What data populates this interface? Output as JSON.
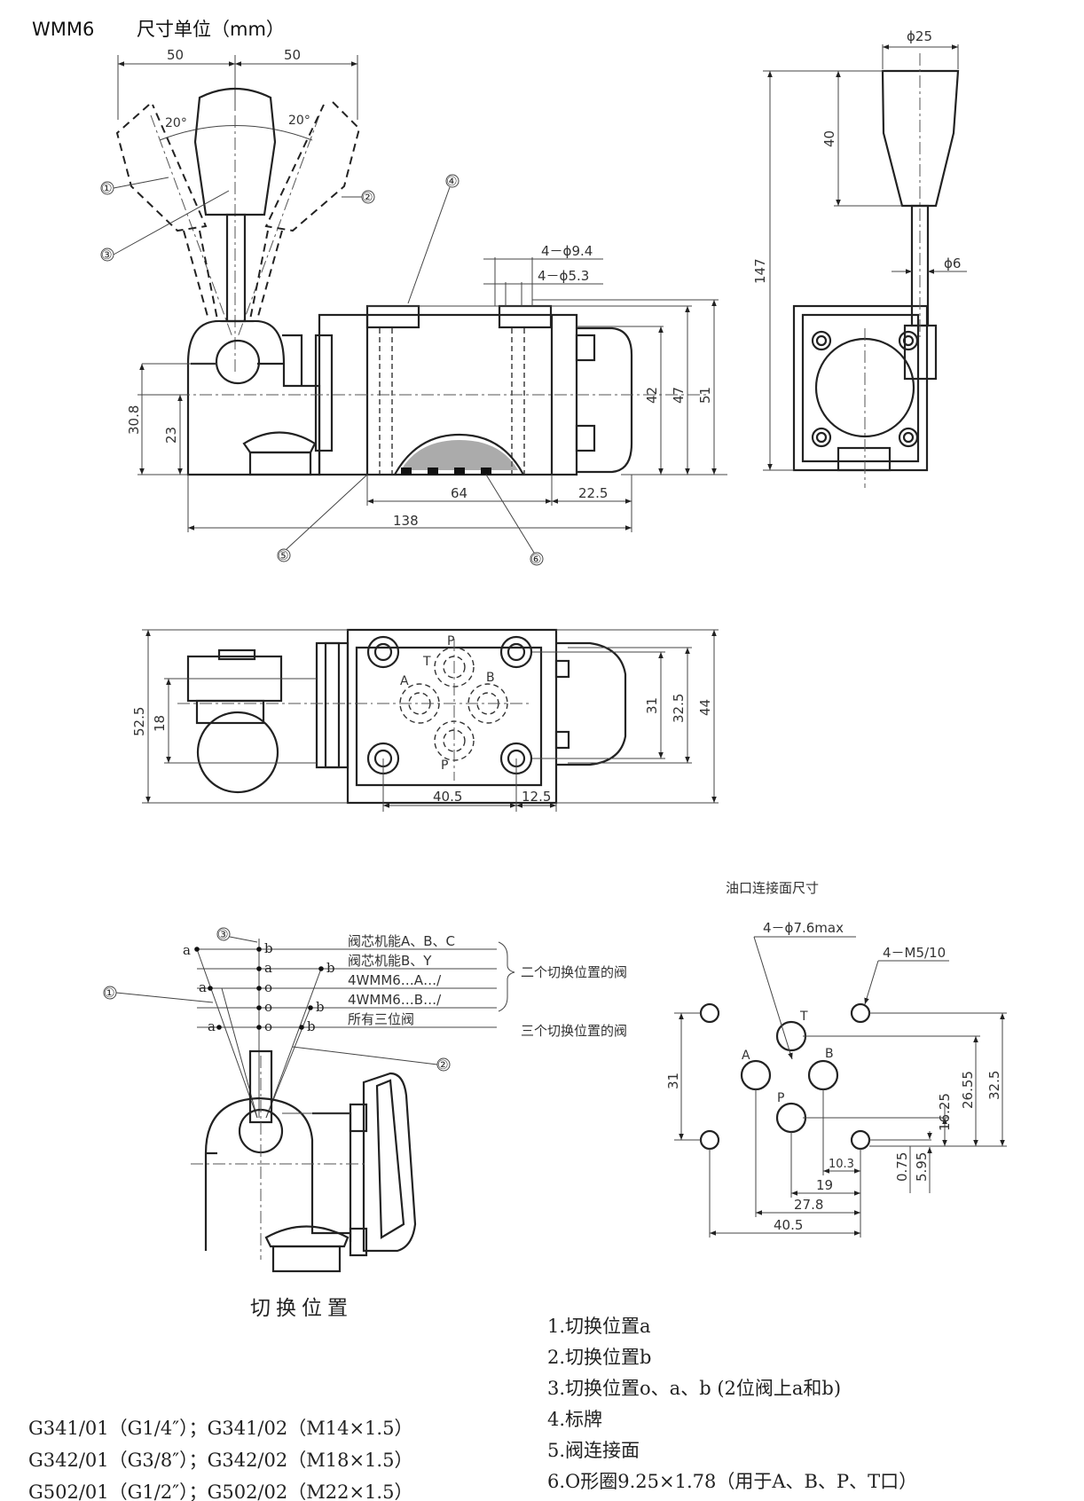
{
  "header": {
    "model": "WMM6",
    "unit": "尺寸单位（mm）"
  },
  "front_view": {
    "dims": {
      "left50": "50",
      "right50": "50",
      "angle_left": "20°",
      "angle_right": "20°",
      "h30_8": "30.8",
      "h23": "23",
      "h42": "42",
      "h47": "47",
      "h51": "51",
      "hole_9_4": "4－ϕ9.4",
      "hole_5_3": "4－ϕ5.3",
      "w64": "64",
      "w22_5": "22.5",
      "w138": "138"
    },
    "callouts": [
      "①",
      "②",
      "③",
      "④",
      "⑤",
      "⑥"
    ]
  },
  "side_view": {
    "dims": {
      "d25": "ϕ25",
      "h40": "40",
      "h147": "147",
      "d6": "ϕ6"
    }
  },
  "top_view": {
    "dims": {
      "h52_5": "52.5",
      "h18": "18",
      "h31": "31",
      "h32_5": "32.5",
      "h44": "44",
      "w40_5": "40.5",
      "w12_5": "12.5"
    },
    "ports": {
      "P_top": "P",
      "T": "T",
      "A": "A",
      "B": "B",
      "P_bottom": "P"
    }
  },
  "switch_positions": {
    "caption": "切换位置",
    "callouts": [
      "③",
      "①",
      "②"
    ],
    "rows": [
      {
        "left": "a",
        "mid": "b",
        "right": "",
        "text": "阀芯机能A、B、C"
      },
      {
        "left": "",
        "mid": "a",
        "right": "b",
        "text": "阀芯机能B、Y"
      },
      {
        "left": "a",
        "mid": "o",
        "right": "",
        "text": "4WMM6…A…/"
      },
      {
        "left": "",
        "mid": "o",
        "right": "b",
        "text": "4WMM6…B…/"
      },
      {
        "left": "a",
        "mid": "o",
        "right": "b",
        "text": "所有三位阀"
      }
    ],
    "group_two": "二个切换位置的阀",
    "group_three": "三个切换位置的阀"
  },
  "mounting_face": {
    "title": "油口连接面尺寸",
    "hole_max": "4－ϕ7.6max",
    "thread": "4－M5/10",
    "ports": {
      "T": "T",
      "A": "A",
      "B": "B",
      "P": "P"
    },
    "dims": {
      "v31": "31",
      "v26_55": "26.55",
      "v32_5": "32.5",
      "v16_25": "16.25",
      "v0_75": "0.75",
      "v5_95": "5.95",
      "h10_3": "10.3",
      "h19": "19",
      "h27_8": "27.8",
      "h40_5": "40.5"
    }
  },
  "legend": [
    "1.切换位置a",
    "2.切换位置b",
    "3.切换位置o、a、b (2位阀上a和b)",
    "4.标牌",
    "5.阀连接面",
    "6.O形圈9.25×1.78（用于A、B、P、T口）"
  ],
  "sub_plates": [
    "G341/01（G1/4″）；G341/02（M14×1.5）",
    "G342/01（G3/8″）；G342/02（M18×1.5）",
    "G502/01（G1/2″）；G502/02（M22×1.5）"
  ]
}
